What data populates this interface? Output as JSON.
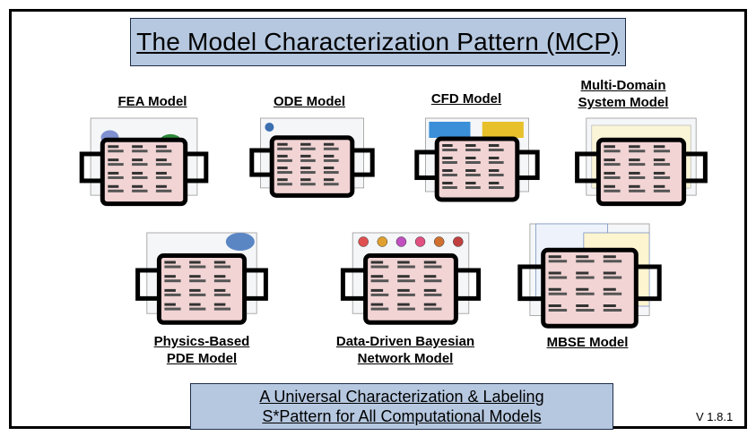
{
  "title": "The Model Characterization Pattern (MCP)",
  "models": [
    {
      "label_lines": [
        "FEA Model"
      ]
    },
    {
      "label_lines": [
        "ODE Model"
      ]
    },
    {
      "label_lines": [
        "CFD Model"
      ]
    },
    {
      "label_lines": [
        "Multi-Domain",
        "System  Model"
      ]
    },
    {
      "label_lines": [
        "Physics-Based",
        "PDE Model"
      ]
    },
    {
      "label_lines": [
        "Data-Driven Bayesian",
        "Network Model"
      ]
    },
    {
      "label_lines": [
        "MBSE Model"
      ]
    }
  ],
  "footer": {
    "line1": "A Universal Characterization & Labeling",
    "line2": "S*Pattern for All Computational Models"
  },
  "version": "V 1.8.1",
  "colors": {
    "title_box": "#b6c8e0",
    "card_fill": "#f2d4d4",
    "frame": "#000000"
  }
}
